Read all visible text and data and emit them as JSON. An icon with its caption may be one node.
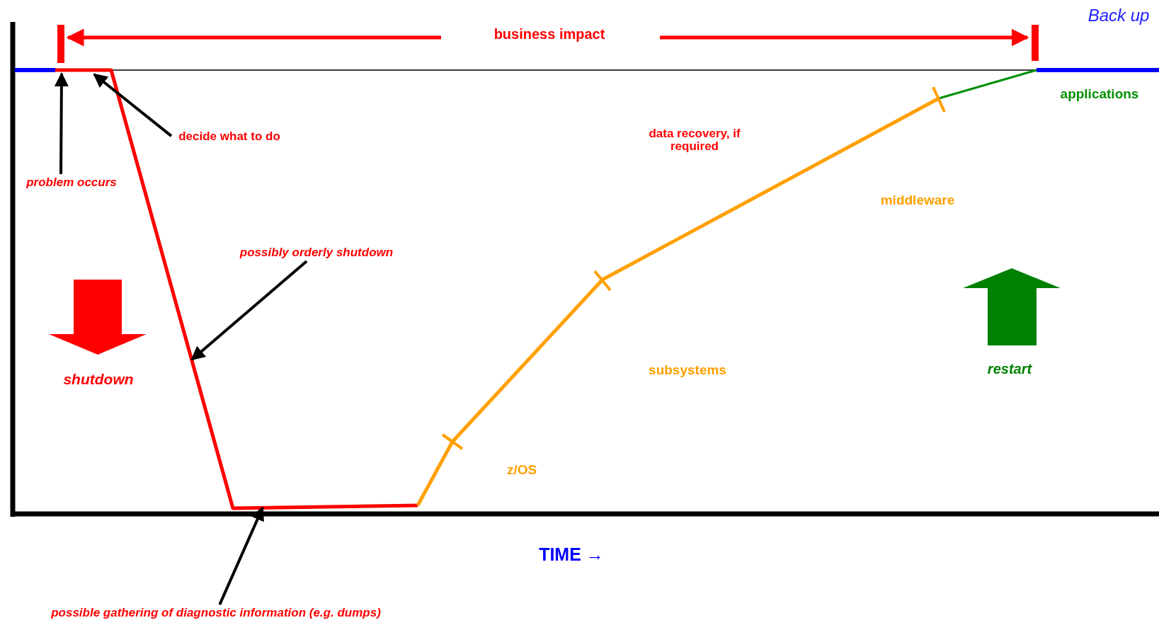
{
  "diagram": {
    "nodes": [
      {
        "text": [
          "decide what to do"
        ]
      },
      {
        "text": [
          "problem occurs"
        ]
      },
      {
        "text": [
          "possibly orderly shutdown"
        ]
      },
      {
        "text": [
          "possible gathering of diagnostic information (e.g. dumps)"
        ]
      }
    ],
    "edges": [
      {
        "from": 0,
        "to": null,
        "arrow": "to"
      },
      {
        "from": 1,
        "to": null,
        "arrow": "to"
      },
      {
        "from": 2,
        "to": null,
        "arrow": "to"
      },
      {
        "from": 3,
        "to": null,
        "arrow": "to"
      }
    ],
    "labels": [
      "Back up",
      "business impact",
      "applications",
      "data recovery, if required",
      "middleware",
      "restart",
      "subsystems",
      "shutdown",
      "z/OS",
      "TIME →"
    ]
  }
}
